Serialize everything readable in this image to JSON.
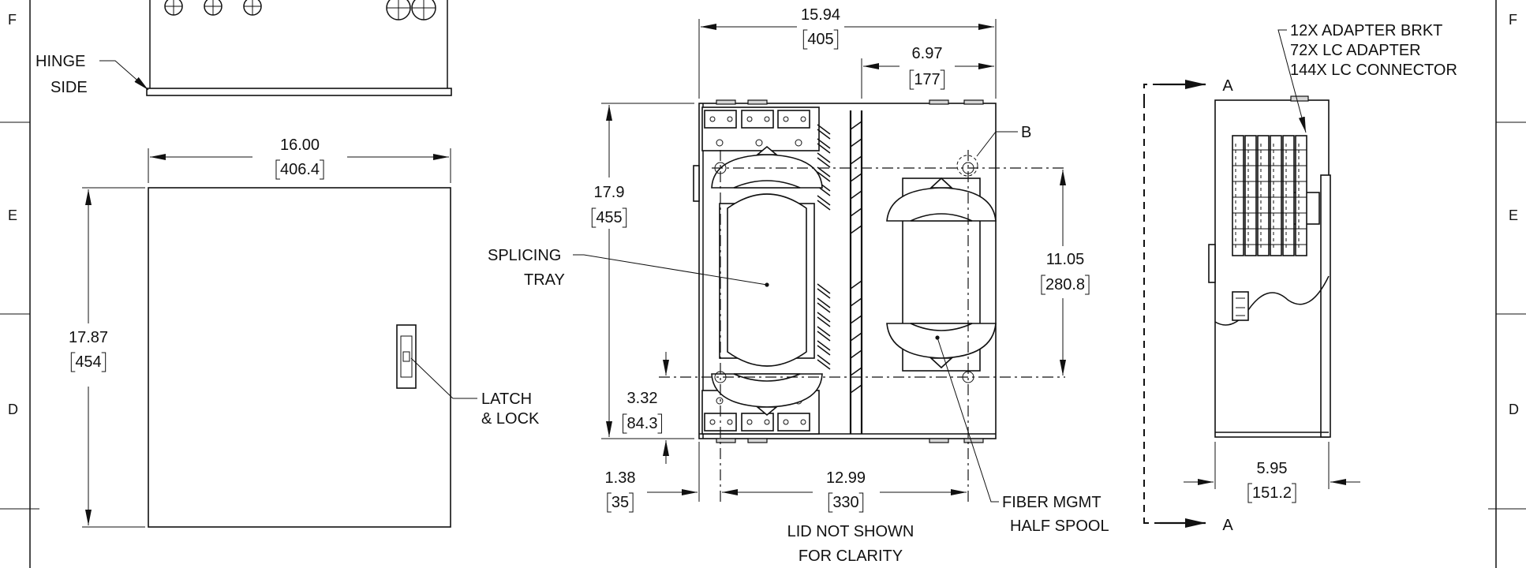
{
  "zones": {
    "f": "F",
    "e": "E",
    "d": "D"
  },
  "door_view": {
    "hinge_label": [
      "HINGE",
      "SIDE"
    ],
    "width_dim": {
      "in": "16.00",
      "mm": "406.4"
    },
    "height_dim": {
      "in": "17.87",
      "mm": "454"
    },
    "latch_label": [
      "LATCH",
      "& LOCK"
    ]
  },
  "front_view": {
    "overall_width": {
      "in": "15.94",
      "mm": "405"
    },
    "right_offset": {
      "in": "6.97",
      "mm": "177"
    },
    "height": {
      "in": "17.9",
      "mm": "455"
    },
    "mount_spacing": {
      "in": "11.05",
      "mm": "280.8"
    },
    "bottom_offset": {
      "in": "3.32",
      "mm": "84.3"
    },
    "left_offset": {
      "in": "1.38",
      "mm": "35"
    },
    "mount_width": {
      "in": "12.99",
      "mm": "330"
    },
    "detail_b": "B",
    "splicing_label": [
      "SPLICING",
      "TRAY"
    ],
    "spool_label": [
      "FIBER MGMT",
      "HALF SPOOL"
    ],
    "note": [
      "LID NOT SHOWN",
      "FOR CLARITY"
    ]
  },
  "side_view": {
    "section_top": "A",
    "section_bottom": "A",
    "callout": [
      "12X ADAPTER BRKT",
      "72X LC ADAPTER",
      "144X LC CONNECTOR"
    ],
    "depth_dim": {
      "in": "5.95",
      "mm": "151.2"
    }
  }
}
